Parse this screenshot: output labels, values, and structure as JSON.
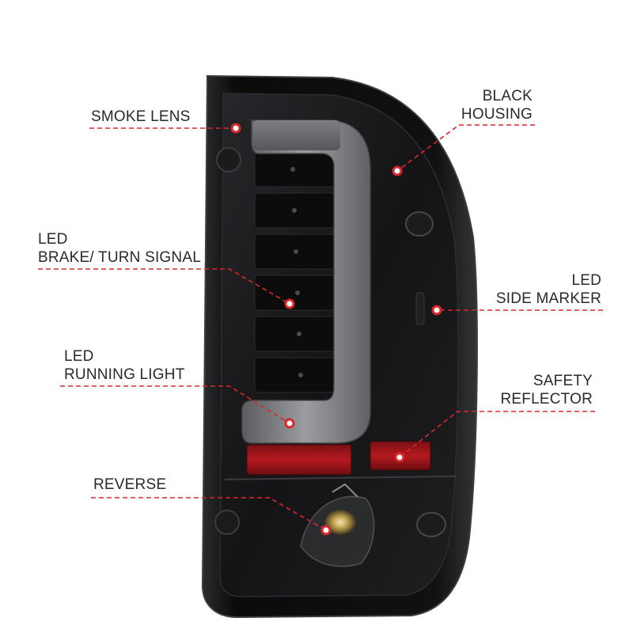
{
  "colors": {
    "callout": "#d9262c",
    "text": "#2a2a2a",
    "housing": "#0e0e0f",
    "lens_smoke": "#1c1d1f",
    "light_bar": "#8a8c8f",
    "reflector": "#a3151a"
  },
  "callouts": {
    "smoke_lens": {
      "lines": [
        "SMOKE LENS"
      ]
    },
    "black_housing": {
      "lines": [
        "BLACK",
        "HOUSING"
      ]
    },
    "led_brake_turn": {
      "lines": [
        "LED",
        "BRAKE/ TURN SIGNAL"
      ]
    },
    "led_side_marker": {
      "lines": [
        "LED",
        "SIDE MARKER"
      ]
    },
    "led_running_light": {
      "lines": [
        "LED",
        "RUNNING LIGHT"
      ]
    },
    "safety_reflector": {
      "lines": [
        "SAFETY",
        "REFLECTOR"
      ]
    },
    "reverse": {
      "lines": [
        "REVERSE"
      ]
    }
  }
}
